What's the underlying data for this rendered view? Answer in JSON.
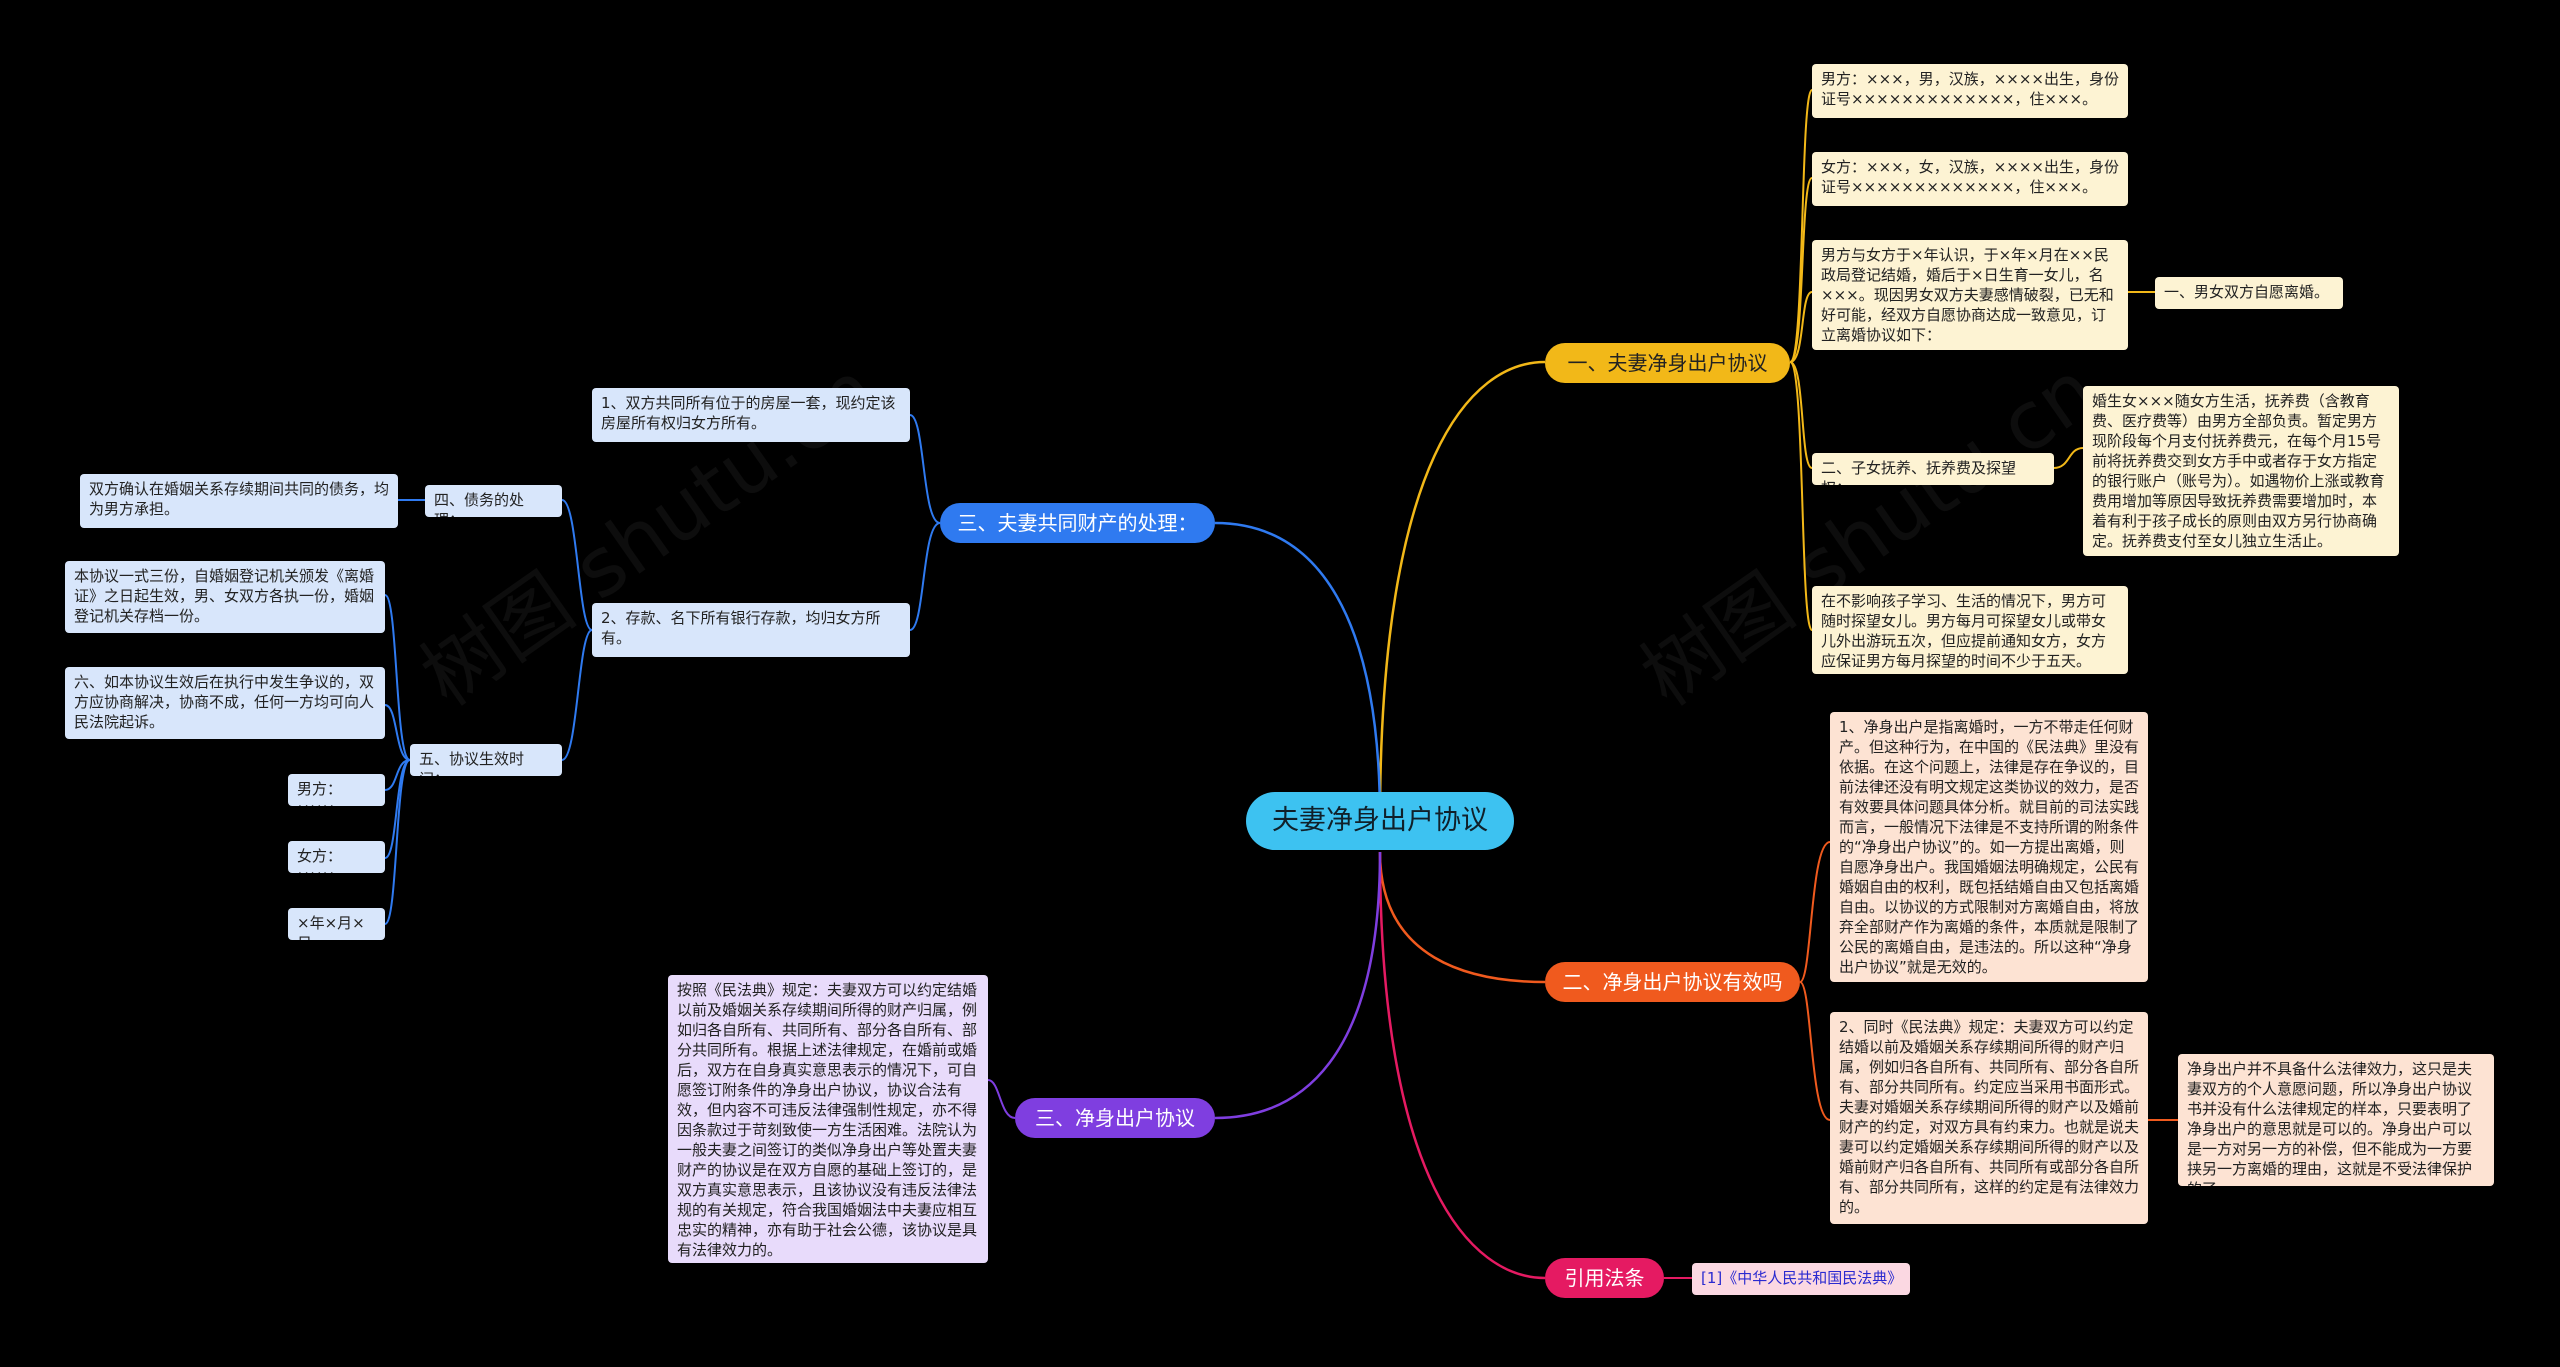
{
  "root": "夫妻净身出户协议",
  "watermark": "树图 shutu.cn",
  "colors": {
    "yellow": "#f2b818",
    "blue": "#2f7af0",
    "orange": "#f05a1e",
    "purple": "#7f3ee0",
    "red": "#e51a62"
  },
  "branches": {
    "b1": {
      "label": "一、夫妻净身出户协议",
      "man": "男方：×××，男，汉族，××××出生，身份证号×××××××××××××，住×××。",
      "woman": "女方：×××，女，汉族，××××出生，身份证号×××××××××××××，住×××。",
      "intro": "男方与女方于×年认识，于×年×月在××民政局登记结婚，婚后于×日生育一女儿，名×××。现因男女双方夫妻感情破裂，已无和好可能，经双方自愿协商达成一致意见，订立离婚协议如下：",
      "item1": "一、男女双方自愿离婚。",
      "item2": "二、子女抚养、抚养费及探望权：",
      "item2_detail": "婚生女×××随女方生活，抚养费（含教育费、医疗费等）由男方全部负责。暂定男方现阶段每个月支付抚养费元，在每个月15号前将抚养费交到女方手中或者存于女方指定的银行账户（账号为）。如遇物价上涨或教育费用增加等原因导致抚养费需要增加时，本着有利于孩子成长的原则由双方另行协商确定。抚养费支付至女儿独立生活止。",
      "visit": "在不影响孩子学习、生活的情况下，男方可随时探望女儿。男方每月可探望女儿或带女儿外出游玩五次，但应提前通知女方，女方应保证男方每月探望的时间不少于五天。"
    },
    "b2": {
      "label": "二、净身出户协议有效吗",
      "p1": "1、净身出户是指离婚时，一方不带走任何财产。但这种行为，在中国的《民法典》里没有依据。在这个问题上，法律是存在争议的，目前法律还没有明文规定这类协议的效力，是否有效要具体问题具体分析。就目前的司法实践而言，一般情况下法律是不支持所谓的附条件的“净身出户协议”的。如一方提出离婚，则自愿净身出户。我国婚姻法明确规定，公民有婚姻自由的权利，既包括结婚自由又包括离婚自由。以协议的方式限制对方离婚自由，将放弃全部财产作为离婚的条件，本质就是限制了公民的离婚自由，是违法的。所以这种“净身出户协议”就是无效的。",
      "p2": "2、同时《民法典》规定：夫妻双方可以约定结婚以前及婚姻关系存续期间所得的财产归属，例如归各自所有、共同所有、部分各自所有、部分共同所有。约定应当采用书面形式。夫妻对婚姻关系存续期间所得的财产以及婚前财产的约定，对双方具有约束力。也就是说夫妻可以约定婚姻关系存续期间所得的财产以及婚前财产归各自所有、共同所有或部分各自所有、部分共同所有，这样的约定是有法律效力的。",
      "p2_detail": "净身出户并不具备什么法律效力，这只是夫妻双方的个人意愿问题，所以净身出户协议书并没有什么法律规定的样本，只要表明了净身出户的意思就是可以的。净身出户可以是一方对另一方的补偿，但不能成为一方要挟另一方离婚的理由，这就是不受法律保护的了。"
    },
    "b3": {
      "label": "三、夫妻共同财产的处理：",
      "house": "1、双方共同所有位于的房屋一套，现约定该房屋所有权归女方所有。",
      "deposit": "2、存款、名下所有银行存款，均归女方所有。",
      "debt": "四、债务的处理：",
      "debt_detail": "双方确认在婚姻关系存续期间共同的债务，均为男方承担。",
      "effect": "五、协议生效时间：",
      "copies": "本协议一式三份，自婚姻登记机关颁发《离婚证》之日起生效，男、女双方各执一份，婚姻登记机关存档一份。",
      "dispute": "六、如本协议生效后在执行中发生争议的，双方应协商解决，协商不成，任何一方均可向人民法院起诉。",
      "sign_man": "男方：×××",
      "sign_woman": "女方：×××",
      "sign_date": "×年×月×日"
    },
    "b4": {
      "label": "三、净身出户协议",
      "detail": "按照《民法典》规定：夫妻双方可以约定结婚以前及婚姻关系存续期间所得的财产归属，例如归各自所有、共同所有、部分各自所有、部分共同所有。根据上述法律规定，在婚前或婚后，双方在自身真实意思表示的情况下，可自愿签订附条件的净身出户协议，协议合法有效，但内容不可违反法律强制性规定，亦不得因条款过于苛刻致使一方生活困难。法院认为一般夫妻之间签订的类似净身出户等处置夫妻财产的协议是在双方自愿的基础上签订的，是双方真实意思表示，且该协议没有违反法律法规的有关规定，符合我国婚姻法中夫妻应相互忠实的精神，亦有助于社会公德，该协议是具有法律效力的。"
    },
    "b5": {
      "label": "引用法条",
      "ref": "[1]《中华人民共和国民法典》"
    }
  }
}
